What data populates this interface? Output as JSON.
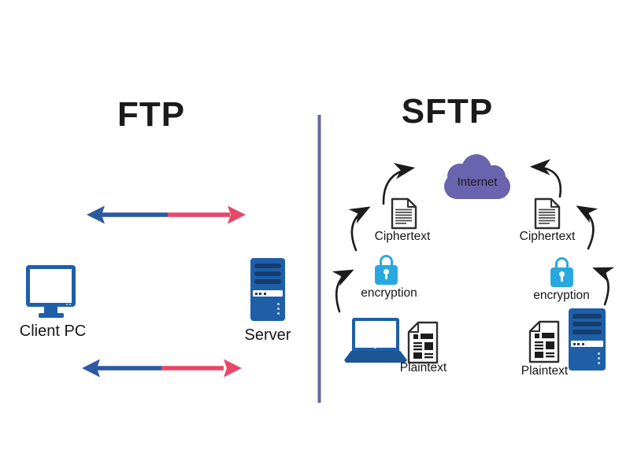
{
  "left": {
    "title": "FTP",
    "client_label": "Client PC",
    "server_label": "Server"
  },
  "right": {
    "title": "SFTP",
    "internet_label": "Internet",
    "ciphertext_label": "Ciphertext",
    "encryption_label": "encryption",
    "plaintext_label": "Plaintext"
  },
  "colors": {
    "device_blue": "#1e5fa8",
    "device_blue_dark": "#143c6e",
    "laptop_base_blue": "#1b5694",
    "arrow_blue": "#2c5aa0",
    "arrow_red": "#e74868",
    "lock_cyan": "#29a8e0",
    "cloud_purple": "#6a63ae",
    "divider_purple": "#67669e",
    "doc_border": "#2f2f2f",
    "doc_line_gray": "#4a4a4a",
    "ink": "#1c1c1c",
    "background": "#ffffff"
  }
}
